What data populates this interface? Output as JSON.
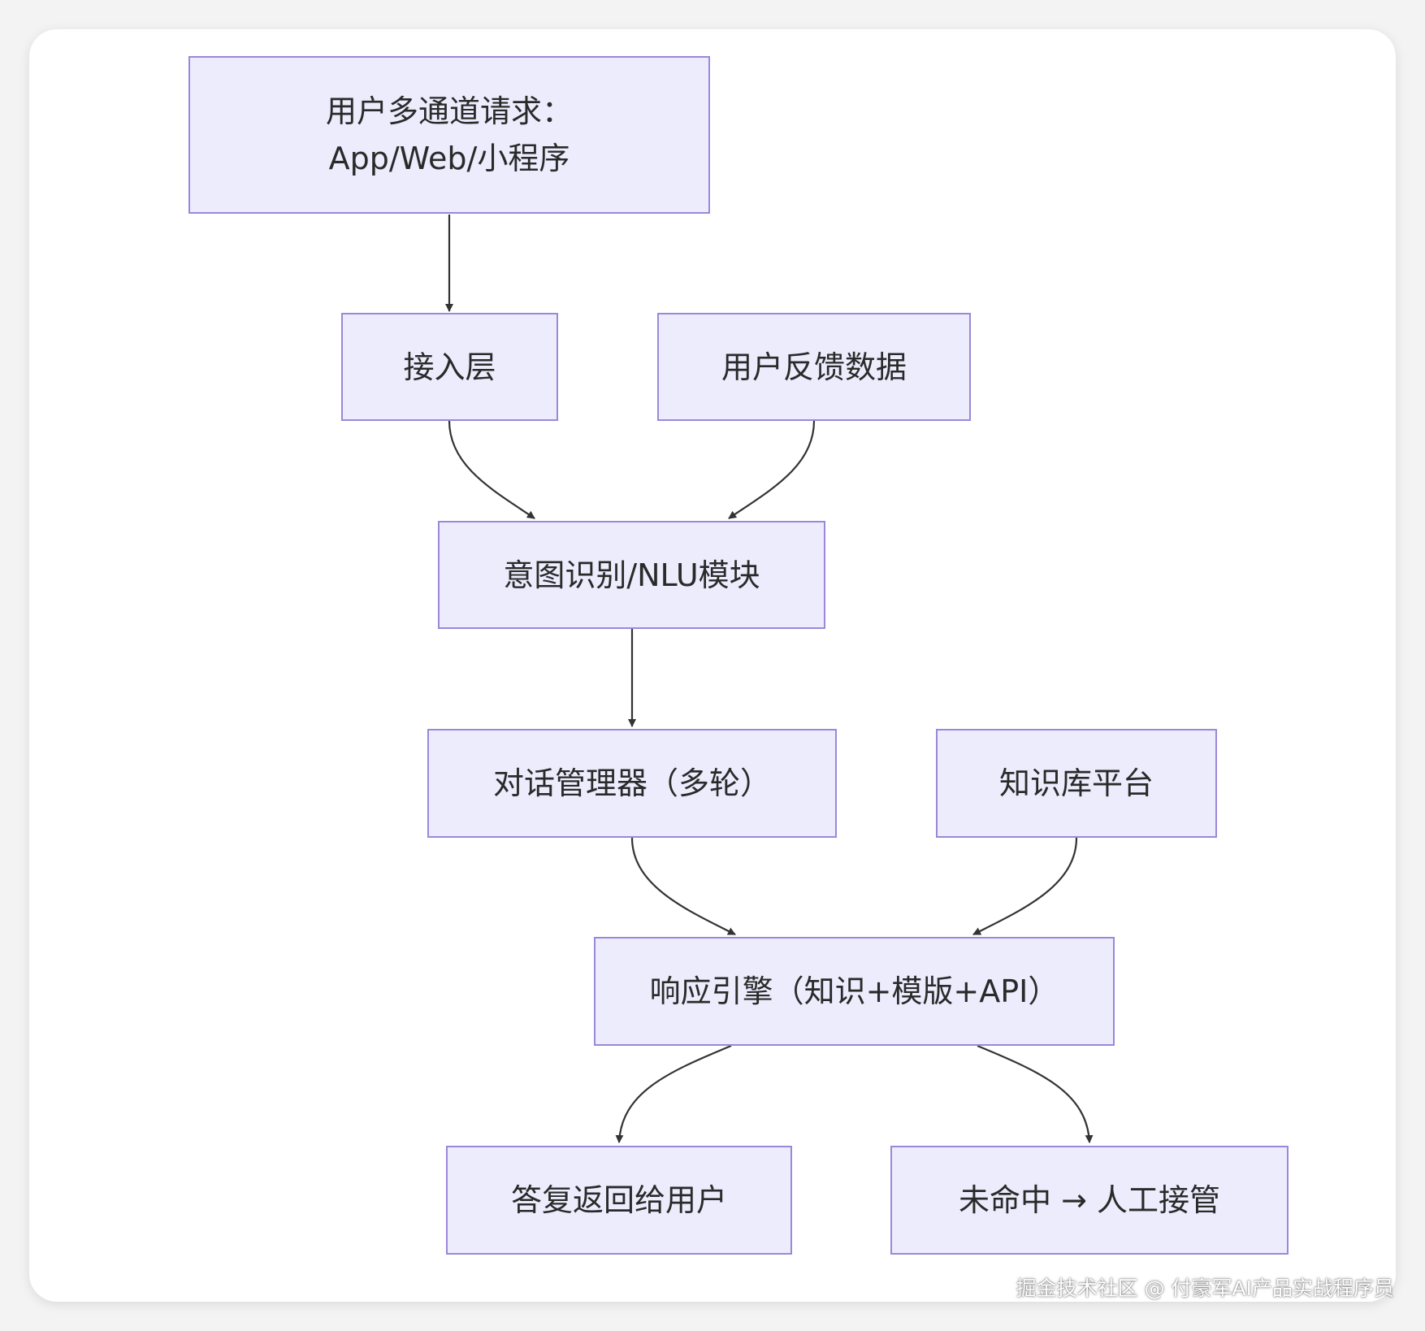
{
  "nodes": {
    "user_request": "用户多通道请求：\nApp/Web/小程序",
    "access_layer": "接入层",
    "feedback_data": "用户反馈数据",
    "nlu_module": "意图识别/NLU模块",
    "dialog_manager": "对话管理器（多轮）",
    "knowledge_base": "知识库平台",
    "response_engine": "响应引擎（知识+模版+API）",
    "answer_user": "答复返回给用户",
    "human_takeover": "未命中 → 人工接管"
  },
  "edges": [
    {
      "from": "user_request",
      "to": "access_layer"
    },
    {
      "from": "access_layer",
      "to": "nlu_module"
    },
    {
      "from": "feedback_data",
      "to": "nlu_module"
    },
    {
      "from": "nlu_module",
      "to": "dialog_manager"
    },
    {
      "from": "dialog_manager",
      "to": "response_engine"
    },
    {
      "from": "knowledge_base",
      "to": "response_engine"
    },
    {
      "from": "response_engine",
      "to": "answer_user"
    },
    {
      "from": "response_engine",
      "to": "human_takeover"
    }
  ],
  "watermark": "掘金技术社区 @ 付豪军AI产品实战程序员",
  "colors": {
    "node_fill": "#ececfd",
    "node_border": "#9b88d9",
    "edge": "#333333"
  }
}
